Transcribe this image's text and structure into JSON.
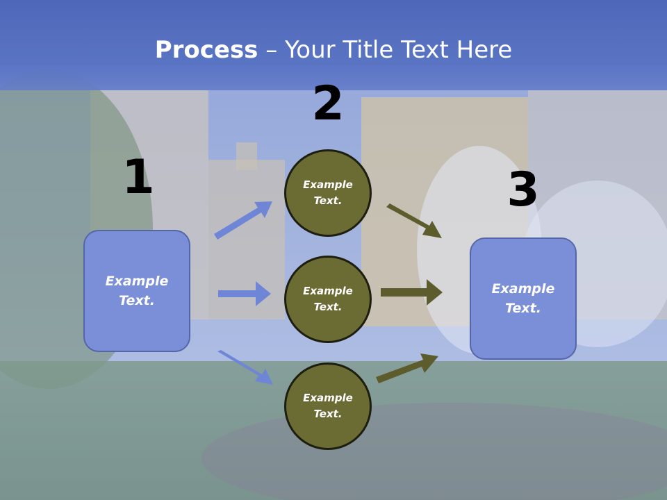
{
  "title": {
    "bold": "Process",
    "rest": " – Your Title Text Here"
  },
  "steps": {
    "one": "1",
    "two": "2",
    "three": "3"
  },
  "left_box": {
    "text": "Example\nText."
  },
  "circles": [
    {
      "text": "Example\nText."
    },
    {
      "text": "Example\nText."
    },
    {
      "text": "Example\nText."
    }
  ],
  "right_box": {
    "text": "Example\nText."
  },
  "colors": {
    "header": "#5a74c4",
    "box_fill": "#7b8fd8",
    "circle_fill": "#6b6b34",
    "blue_arrow": "#6f86d6",
    "olive_arrow": "#5c5c2c"
  }
}
